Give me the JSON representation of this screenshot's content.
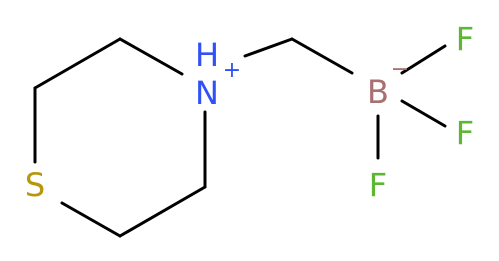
{
  "structure": {
    "atoms": {
      "s": {
        "label": "S",
        "color": "#b8960c"
      },
      "n": {
        "label": "N",
        "color": "#3050f8"
      },
      "n_h": {
        "label": "H",
        "color": "#3050f8"
      },
      "n_charge": {
        "label": "+",
        "color": "#3050f8"
      },
      "b": {
        "label": "B",
        "color": "#a87070"
      },
      "b_charge": {
        "label": "−",
        "color": "#a87070"
      },
      "f1": {
        "label": "F",
        "color": "#5cb832"
      },
      "f2": {
        "label": "F",
        "color": "#5cb832"
      },
      "f3": {
        "label": "F",
        "color": "#5cb832"
      }
    },
    "bond_color": "#000000"
  }
}
